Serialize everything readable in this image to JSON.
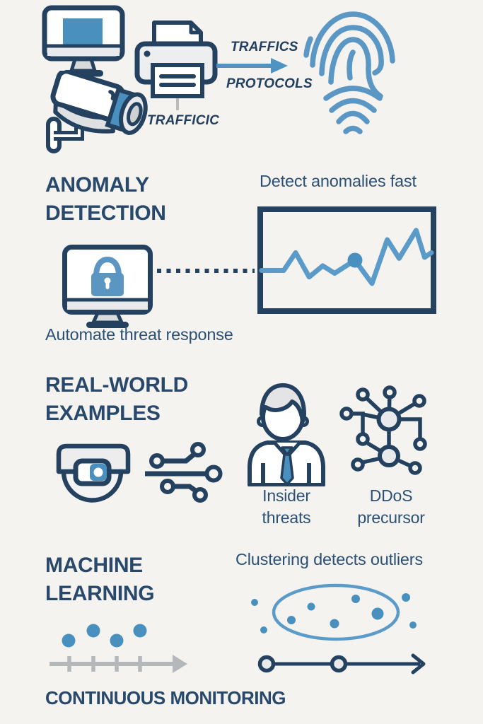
{
  "colors": {
    "background": "#f5f3f0",
    "navy": "#24425f",
    "text_navy": "#28496b",
    "blue": "#4a90bf",
    "blue_stroke": "#5b9bc9",
    "arrow_blue": "#4f93c2",
    "light_gray": "#e8e9ea",
    "mid_gray": "#d9dadc",
    "timeline_gray": "#b5b7b9"
  },
  "intro": {
    "icons": [
      "desktop-monitor",
      "printer",
      "cctv-bullet-camera",
      "fingerprint"
    ],
    "flow_label_top": "TRAFFICS",
    "flow_label_bottom": "PROTOCOLS",
    "flow_label_left": "TRAFFICIC"
  },
  "anomaly": {
    "title_line1": "ANOMALY",
    "title_line2": "DETECTION",
    "caption_top": "Detect anomalies fast",
    "caption_bottom": "Automate threat response",
    "icons": [
      "monitor-lock",
      "dotted-connector",
      "anomaly-sparkline"
    ]
  },
  "realworld": {
    "title_line1": "REAL-WORLD",
    "title_line2": "EXAMPLES",
    "icons": [
      "dome-camera",
      "network-branches",
      "insider-person",
      "ddos-node-graph"
    ],
    "example1_line1": "Insider",
    "example1_line2": "threats",
    "example2_line1": "DDoS",
    "example2_line2": "precursor"
  },
  "ml": {
    "title_line1": "MACHINE",
    "title_line2": "LEARNING",
    "caption": "Clustering detects outliers",
    "footer": "CONTINUOUS MONITORING",
    "observation_dots": [
      [
        35,
        28
      ],
      [
        70,
        14
      ],
      [
        103,
        28
      ],
      [
        136,
        14
      ]
    ],
    "observation_dot_radius": 9.5,
    "timeline_nodes": [
      [
        15,
        17
      ],
      [
        117,
        17
      ]
    ],
    "timeline_node_radius": 9.5
  },
  "chart_data": [
    {
      "type": "line",
      "title": "Detect anomalies fast",
      "points_pct": [
        [
          0,
          61
        ],
        [
          13,
          61
        ],
        [
          20,
          42
        ],
        [
          28,
          68
        ],
        [
          36,
          56
        ],
        [
          43,
          64
        ],
        [
          55,
          50
        ],
        [
          65,
          75
        ],
        [
          74,
          28
        ],
        [
          81,
          48
        ],
        [
          91,
          18
        ],
        [
          96,
          47
        ],
        [
          100,
          42
        ]
      ],
      "anomaly_index": 6,
      "line_color": "#5b9bc9",
      "point_color": "#4a90bf",
      "frame_color": "#24425f",
      "axes": {
        "x_ticks": [],
        "y_ticks": [],
        "grid": false
      },
      "note": "unlabeled sparkline in framed box; solid dot marks the detected anomaly"
    },
    {
      "type": "scatter",
      "title": "Clustering detects outliers",
      "cluster_ellipse": {
        "cx": 135,
        "cy": 48,
        "rx": 88,
        "ry": 38
      },
      "points": [
        [
          20,
          34,
          5
        ],
        [
          33,
          73,
          5
        ],
        [
          72,
          59,
          6
        ],
        [
          100,
          40,
          5.5
        ],
        [
          133,
          64,
          6.5
        ],
        [
          163,
          29,
          6
        ],
        [
          194,
          50,
          8.5
        ],
        [
          234,
          27,
          6
        ],
        [
          244,
          66,
          5
        ]
      ],
      "outlier_indices": [
        0,
        1,
        7,
        8
      ],
      "dot_color": "#4a90bf",
      "ellipse_color": "#5b9bc9",
      "note": "dots inside ellipse form the cluster; dots outside are outliers"
    }
  ]
}
